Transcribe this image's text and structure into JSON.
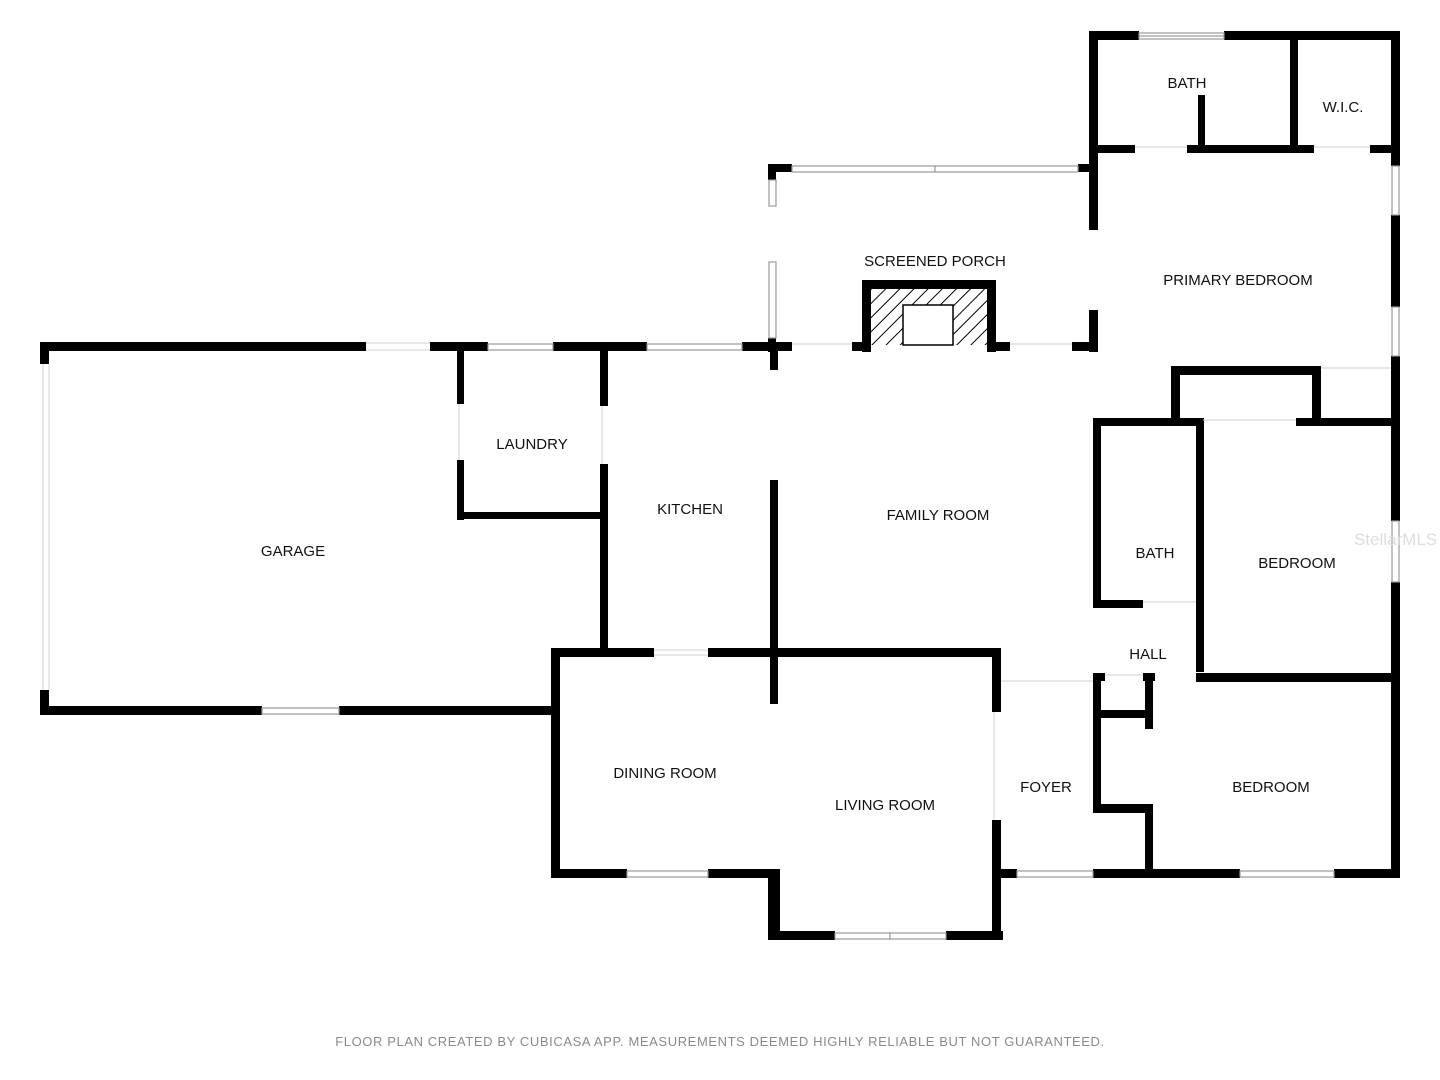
{
  "rooms": {
    "bath_primary": "BATH",
    "wic": "W.I.C.",
    "screened_porch": "SCREENED PORCH",
    "primary_bedroom": "PRIMARY BEDROOM",
    "laundry": "LAUNDRY",
    "kitchen": "KITCHEN",
    "family_room": "FAMILY ROOM",
    "garage": "GARAGE",
    "bath_hall": "BATH",
    "bedroom_2": "BEDROOM",
    "hall": "HALL",
    "dining_room": "DINING ROOM",
    "living_room": "LIVING ROOM",
    "foyer": "FOYER",
    "bedroom_3": "BEDROOM"
  },
  "watermark": "StellarMLS",
  "footer": "FLOOR PLAN CREATED BY CUBICASA APP. MEASUREMENTS DEEMED HIGHLY RELIABLE BUT NOT GUARANTEED.",
  "colors": {
    "wall": "#000000",
    "window": "#9a9a9a",
    "label": "#111111",
    "footer": "#8a8a8a"
  }
}
